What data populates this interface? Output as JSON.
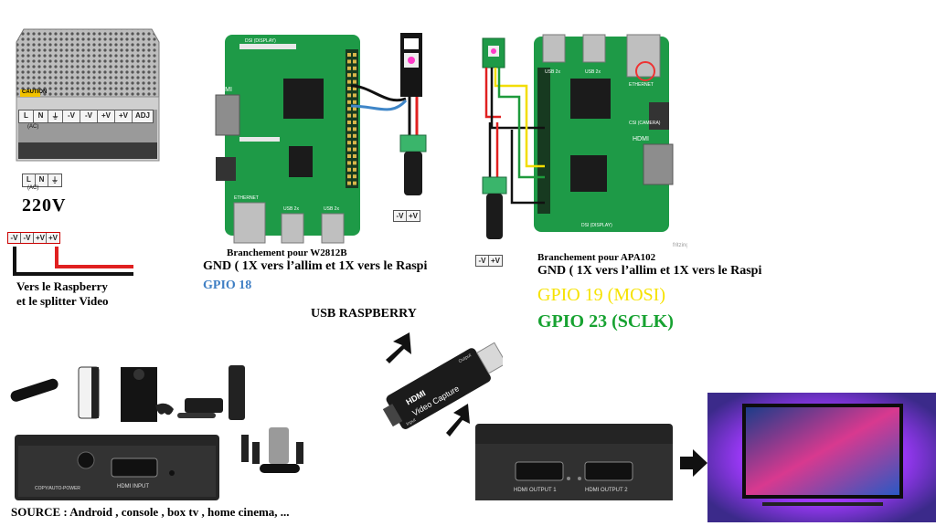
{
  "psu": {
    "terminals": [
      "L",
      "N",
      "⏚",
      "-V",
      "-V",
      "+V",
      "+V",
      "ADJ"
    ],
    "ac_marking": "(AC)",
    "caution": "CAUTION",
    "voltage_label": "220V",
    "dc_terminals": [
      "-V",
      "-V",
      "+V",
      "+V"
    ],
    "ac_terminals": [
      "L",
      "N",
      "⏚"
    ],
    "output_caption_line1": "Vers le Raspberry",
    "output_caption_line2": "et le splitter Video"
  },
  "ws2812b": {
    "caption": "Branchement pour W2812B",
    "gnd_line": "GND ( 1X vers l’allim et 1X vers le Raspi",
    "gpio_line": "GPIO 18",
    "terminals": [
      "-V",
      "+V"
    ],
    "pi_labels": {
      "hdmi": "HDMI",
      "ethernet": "ETHERNET",
      "usb1": "USB 2x",
      "usb2": "USB 2x",
      "dsi": "DSI (DISPLAY)"
    }
  },
  "apa102": {
    "caption": "Branchement pour APA102",
    "gnd_line": "GND ( 1X vers l’allim et 1X vers le Raspi",
    "gpio_mosi": "GPIO 19 (MOSI)",
    "gpio_sclk": "GPIO 23 (SCLK)",
    "terminals": [
      "-V",
      "+V"
    ],
    "pi_labels": {
      "hdmi": "HDMI",
      "ethernet": "ETHERNET",
      "usb1": "USB 2x",
      "usb2": "USB 2x",
      "csi": "CSI (CAMERA)",
      "dsi": "DSI (DISPLAY)",
      "fritzing": "fritzing"
    }
  },
  "capture": {
    "usb_label": "USB RASPBERRY",
    "brand": "HDMI",
    "product": "Video Capture",
    "input": "Input",
    "output": "Output"
  },
  "hdmi_switch": {
    "port_labels": [
      "COPY/AUTO-POWER",
      "HDMI INPUT"
    ]
  },
  "splitter": {
    "port_labels": [
      "HDMI OUTPUT 1",
      "HDMI OUTPUT 2"
    ]
  },
  "source_caption": "SOURCE : Android , console , box tv , home cinema, ...",
  "colors": {
    "pcb": "#1e9a47",
    "wire_red": "#e02020",
    "wire_black": "#111111",
    "wire_blue": "#3f86c8",
    "wire_yellow": "#f2dd00",
    "wire_green": "#1e9a3c",
    "gpio18": "#3f7fc4",
    "mosi": "#f6e200",
    "sclk": "#17a231"
  }
}
